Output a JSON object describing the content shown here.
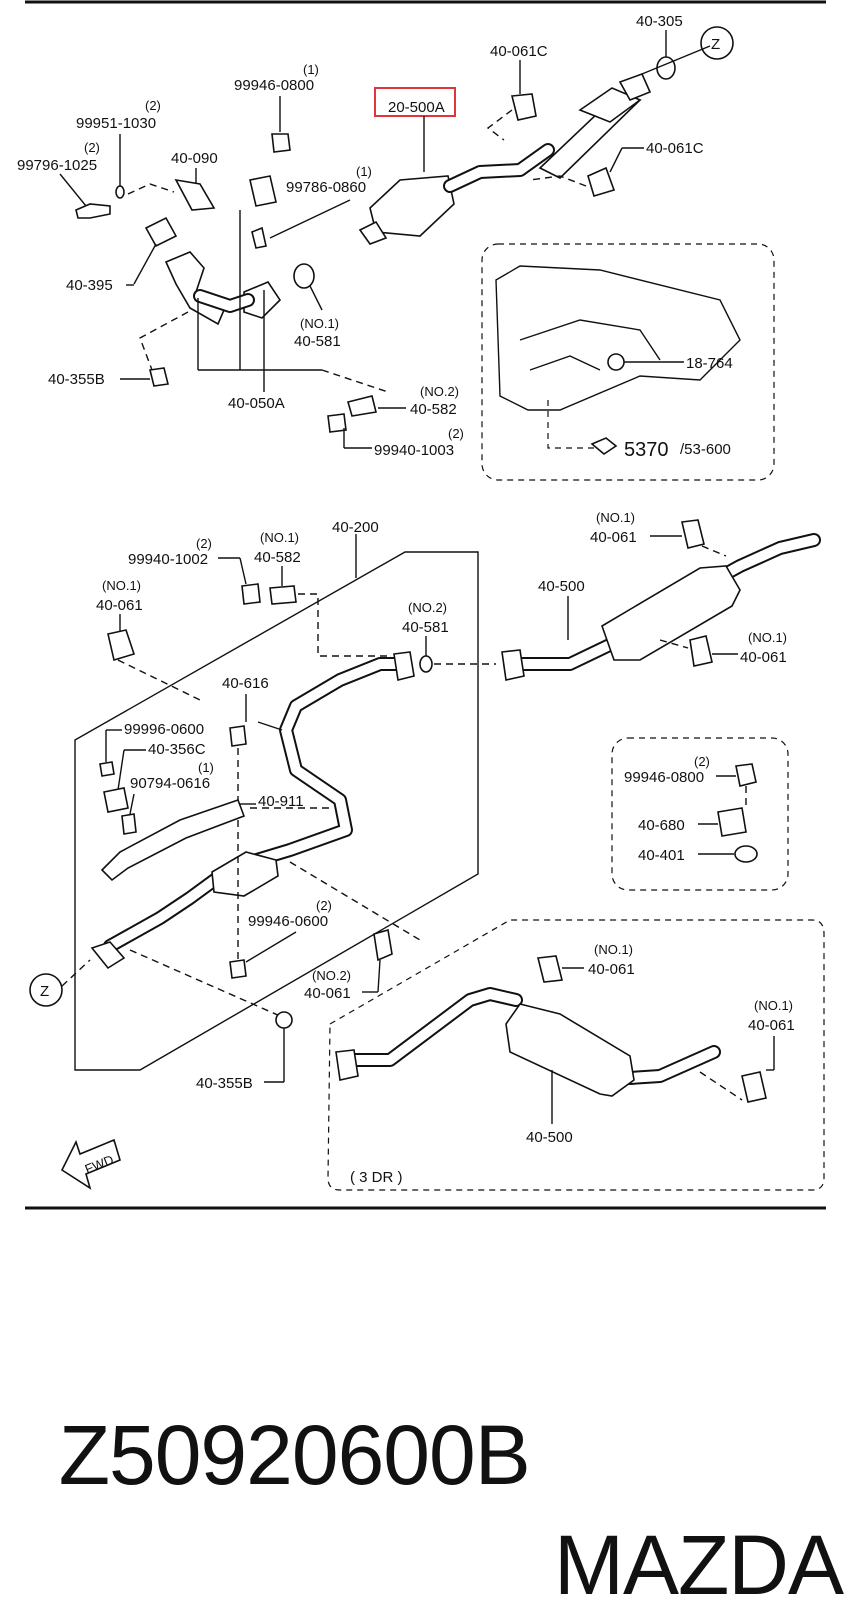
{
  "labels": {
    "p40_305": "40-305",
    "z_top": "Z",
    "p40_061c_a": "40-061C",
    "p40_061c_b": "40-061C",
    "p20_500a": "20-500A",
    "q1_99946": "(1)",
    "p99946_0800": "99946-0800",
    "q2_99951": "(2)",
    "p99951_1030": "99951-1030",
    "q2_99796": "(2)",
    "p99796_1025": "99796-1025",
    "p40_090": "40-090",
    "q1_99786": "(1)",
    "p99786_0860": "99786-0860",
    "p40_395": "40-395",
    "no1_40_581_top": "(NO.1)",
    "p40_581_top": "40-581",
    "p40_355b_top": "40-355B",
    "p40_050a": "40-050A",
    "no2_40_582_top": "(NO.2)",
    "p40_582_top": "40-582",
    "q2_99940_1003": "(2)",
    "p99940_1003": "99940-1003",
    "p18_764": "18-764",
    "p5370": "5370",
    "p53_600": "/53-600",
    "p40_200": "40-200",
    "q2_99940_1002": "(2)",
    "p99940_1002": "99940-1002",
    "no1_40_582": "(NO.1)",
    "p40_582_mid": "40-582",
    "no1_40_061_left": "(NO.1)",
    "p40_061_left": "40-061",
    "no2_40_581_mid": "(NO.2)",
    "p40_581_mid": "40-581",
    "p40_616": "40-616",
    "p99996_0600": "99996-0600",
    "p40_356c": "40-356C",
    "q1_90794": "(1)",
    "p90794_0616": "90794-0616",
    "p40_911": "40-911",
    "q2_99946_0600": "(2)",
    "p99946_0600": "99946-0600",
    "no2_40_061_mid": "(NO.2)",
    "p40_061_mid": "40-061",
    "p40_355b_bottom": "40-355B",
    "z_bottom": "Z",
    "no1_40_061_tr": "(NO.1)",
    "p40_061_tr": "40-061",
    "p40_500_mid": "40-500",
    "no1_40_061_r": "(NO.1)",
    "p40_061_r": "40-061",
    "q2_99946_0800b": "(2)",
    "p99946_0800b": "99946-0800",
    "p40_680": "40-680",
    "p40_401": "40-401",
    "no1_40_061_b1": "(NO.1)",
    "p40_061_b1": "40-061",
    "no1_40_061_b2": "(NO.1)",
    "p40_061_b2": "40-061",
    "p40_500_bottom": "40-500",
    "three_dr": "( 3 DR )",
    "fwd": "FWD"
  },
  "footer": {
    "part_number": "Z50920600B",
    "brand": "MAZDA"
  },
  "highlight_color": "#e0353a"
}
